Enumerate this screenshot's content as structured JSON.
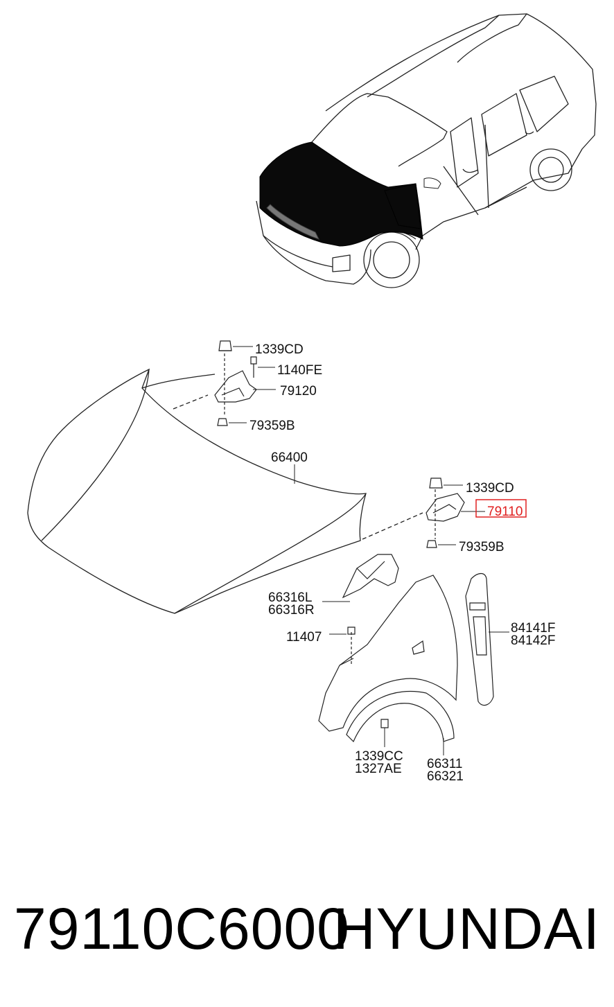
{
  "labels": {
    "nut_top_left": "1339CD",
    "bolt_top_left": "1140FE",
    "hinge_left": "79120",
    "bumper_left": "79359B",
    "hood": "66400",
    "nut_right": "1339CD",
    "hinge_right": "79110",
    "bumper_right": "79359B",
    "bracket_l": "66316L",
    "bracket_r": "66316R",
    "bolt_fender": "11407",
    "trim_l": "84141F",
    "trim_r": "84142F",
    "clip_a": "1339CC",
    "clip_b": "1327AE",
    "liner_a": "66311",
    "liner_b": "66321"
  },
  "highlight_color": "#e02020",
  "footer": {
    "part_number": "79110C6000",
    "brand": "HYUNDAI"
  }
}
